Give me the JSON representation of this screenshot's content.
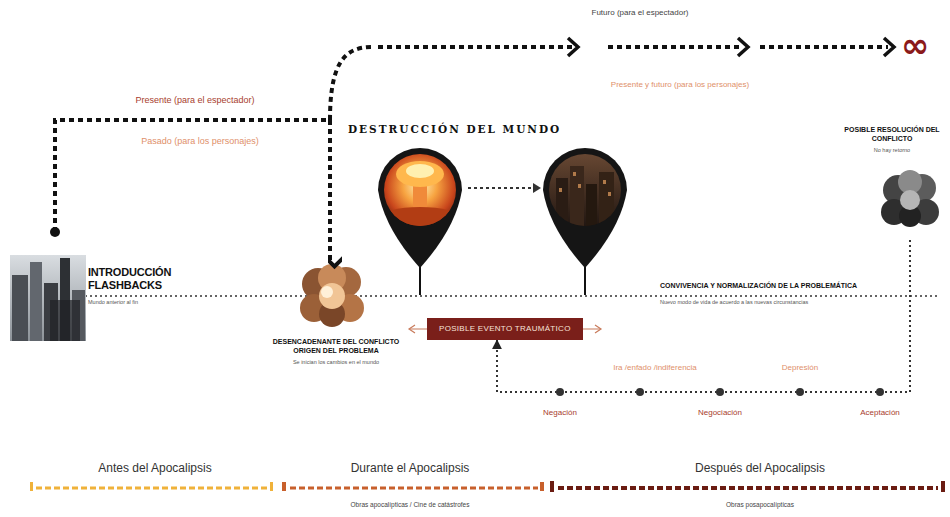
{
  "diagram": {
    "nodes": [
      {
        "text": [
          "INTRODUCCIÓN FLASHBACKS",
          "Mundo anterior al fin"
        ]
      },
      {
        "text": [
          "DESENCADENANTE DEL CONFLICTO ORIGEN DEL PROBLEMA",
          "Se inician los cambios en el mundo"
        ]
      },
      {
        "text": [
          "POSIBLE EVENTO TRAUMÁTICO"
        ]
      },
      {
        "text": [
          "POSIBLE RESOLUCIÓN DEL CONFLICTO",
          "No hay retorno"
        ]
      }
    ],
    "edges": [
      {
        "from": 0,
        "to": 1,
        "arrow": "to"
      },
      {
        "from": 3,
        "to": 2,
        "arrow": "to"
      }
    ],
    "labels": [
      "Futuro (para el espectador)",
      "Presente y futuro (para los personajes)",
      "∞",
      "Presente (para el espectador)",
      "Pasado (para los personajes)",
      "DESTRUCCIÓN DEL MUNDO",
      "CONVIVENCIA Y NORMALIZACIÓN DE LA PROBLEMÁTICA",
      "Nuevo modo de vida de acuerdo a las nuevas circunstancias",
      "Ira /enfado /indiferencia",
      "Depresión",
      "Negación",
      "Negociación",
      "Aceptación",
      "Antes del Apocalipsis",
      "Durante el Apocalipsis",
      "Después del Apocalipsis",
      "Obras apocalípticas / Cine de catástrofes",
      "Obras posapocalípticas"
    ]
  }
}
